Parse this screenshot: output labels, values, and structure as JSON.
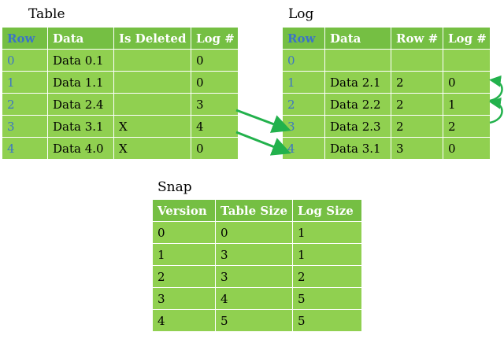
{
  "table": {
    "caption": "Table",
    "headers": [
      "Row",
      "Data",
      "Is Deleted",
      "Log #"
    ],
    "rows": [
      [
        "0",
        "Data 0.1",
        "",
        "0"
      ],
      [
        "1",
        "Data 1.1",
        "",
        "0"
      ],
      [
        "2",
        "Data 2.4",
        "",
        "3"
      ],
      [
        "3",
        "Data 3.1",
        "X",
        "4"
      ],
      [
        "4",
        "Data 4.0",
        "X",
        "0"
      ]
    ]
  },
  "log": {
    "caption": "Log",
    "headers": [
      "Row",
      "Data",
      "Row #",
      "Log #"
    ],
    "rows": [
      [
        "0",
        "",
        "",
        ""
      ],
      [
        "1",
        "Data 2.1",
        "2",
        "0"
      ],
      [
        "2",
        "Data 2.2",
        "2",
        "1"
      ],
      [
        "3",
        "Data 2.3",
        "2",
        "2"
      ],
      [
        "4",
        "Data 3.1",
        "3",
        "0"
      ]
    ]
  },
  "snap": {
    "caption": "Snap",
    "headers": [
      "Version",
      "Table Size",
      "Log Size"
    ],
    "rows": [
      [
        "0",
        "0",
        "1"
      ],
      [
        "1",
        "3",
        "1"
      ],
      [
        "2",
        "3",
        "2"
      ],
      [
        "3",
        "4",
        "5"
      ],
      [
        "4",
        "5",
        "5"
      ]
    ]
  },
  "colors": {
    "header_fill": "#75bf43",
    "cell_fill": "#90d050",
    "row_index_text": "#3b74c6",
    "arrow": "#22b14c"
  }
}
